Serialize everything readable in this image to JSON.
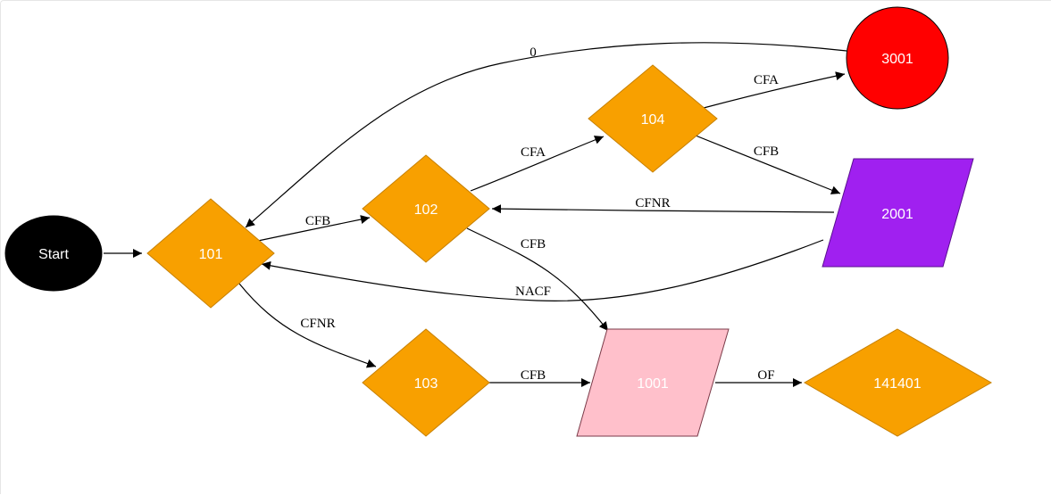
{
  "diagram": {
    "colors": {
      "start": "#000000",
      "decision": "#f8a000",
      "decision_stroke": "#c78000",
      "terminal_red": "#ff0000",
      "parallelogram_purple": "#a020f0",
      "parallelogram_pink": "#ffc0cb",
      "edge": "#000000"
    },
    "nodes": {
      "start": {
        "label": "Start",
        "shape": "ellipse"
      },
      "n101": {
        "label": "101",
        "shape": "diamond"
      },
      "n102": {
        "label": "102",
        "shape": "diamond"
      },
      "n103": {
        "label": "103",
        "shape": "diamond"
      },
      "n104": {
        "label": "104",
        "shape": "diamond"
      },
      "n3001": {
        "label": "3001",
        "shape": "circle"
      },
      "n2001": {
        "label": "2001",
        "shape": "parallelogram"
      },
      "n1001": {
        "label": "1001",
        "shape": "parallelogram"
      },
      "n141401": {
        "label": "141401",
        "shape": "diamond"
      }
    },
    "edges": {
      "start_101": {
        "from": "Start",
        "to": "101",
        "label": ""
      },
      "e101_102": {
        "from": "101",
        "to": "102",
        "label": "CFB"
      },
      "e101_103": {
        "from": "101",
        "to": "103",
        "label": "CFNR"
      },
      "e102_104": {
        "from": "102",
        "to": "104",
        "label": "CFA"
      },
      "e102_1001": {
        "from": "102",
        "to": "1001",
        "label": "CFB"
      },
      "e104_3001": {
        "from": "104",
        "to": "3001",
        "label": "CFA"
      },
      "e104_2001": {
        "from": "104",
        "to": "2001",
        "label": "CFB"
      },
      "e2001_102": {
        "from": "2001",
        "to": "102",
        "label": "CFNR"
      },
      "e2001_101": {
        "from": "2001",
        "to": "101",
        "label": "NACF"
      },
      "e3001_101": {
        "from": "3001",
        "to": "101",
        "label": "0"
      },
      "e103_1001": {
        "from": "103",
        "to": "1001",
        "label": "CFB"
      },
      "e1001_141401": {
        "from": "1001",
        "to": "141401",
        "label": "OF"
      }
    }
  }
}
